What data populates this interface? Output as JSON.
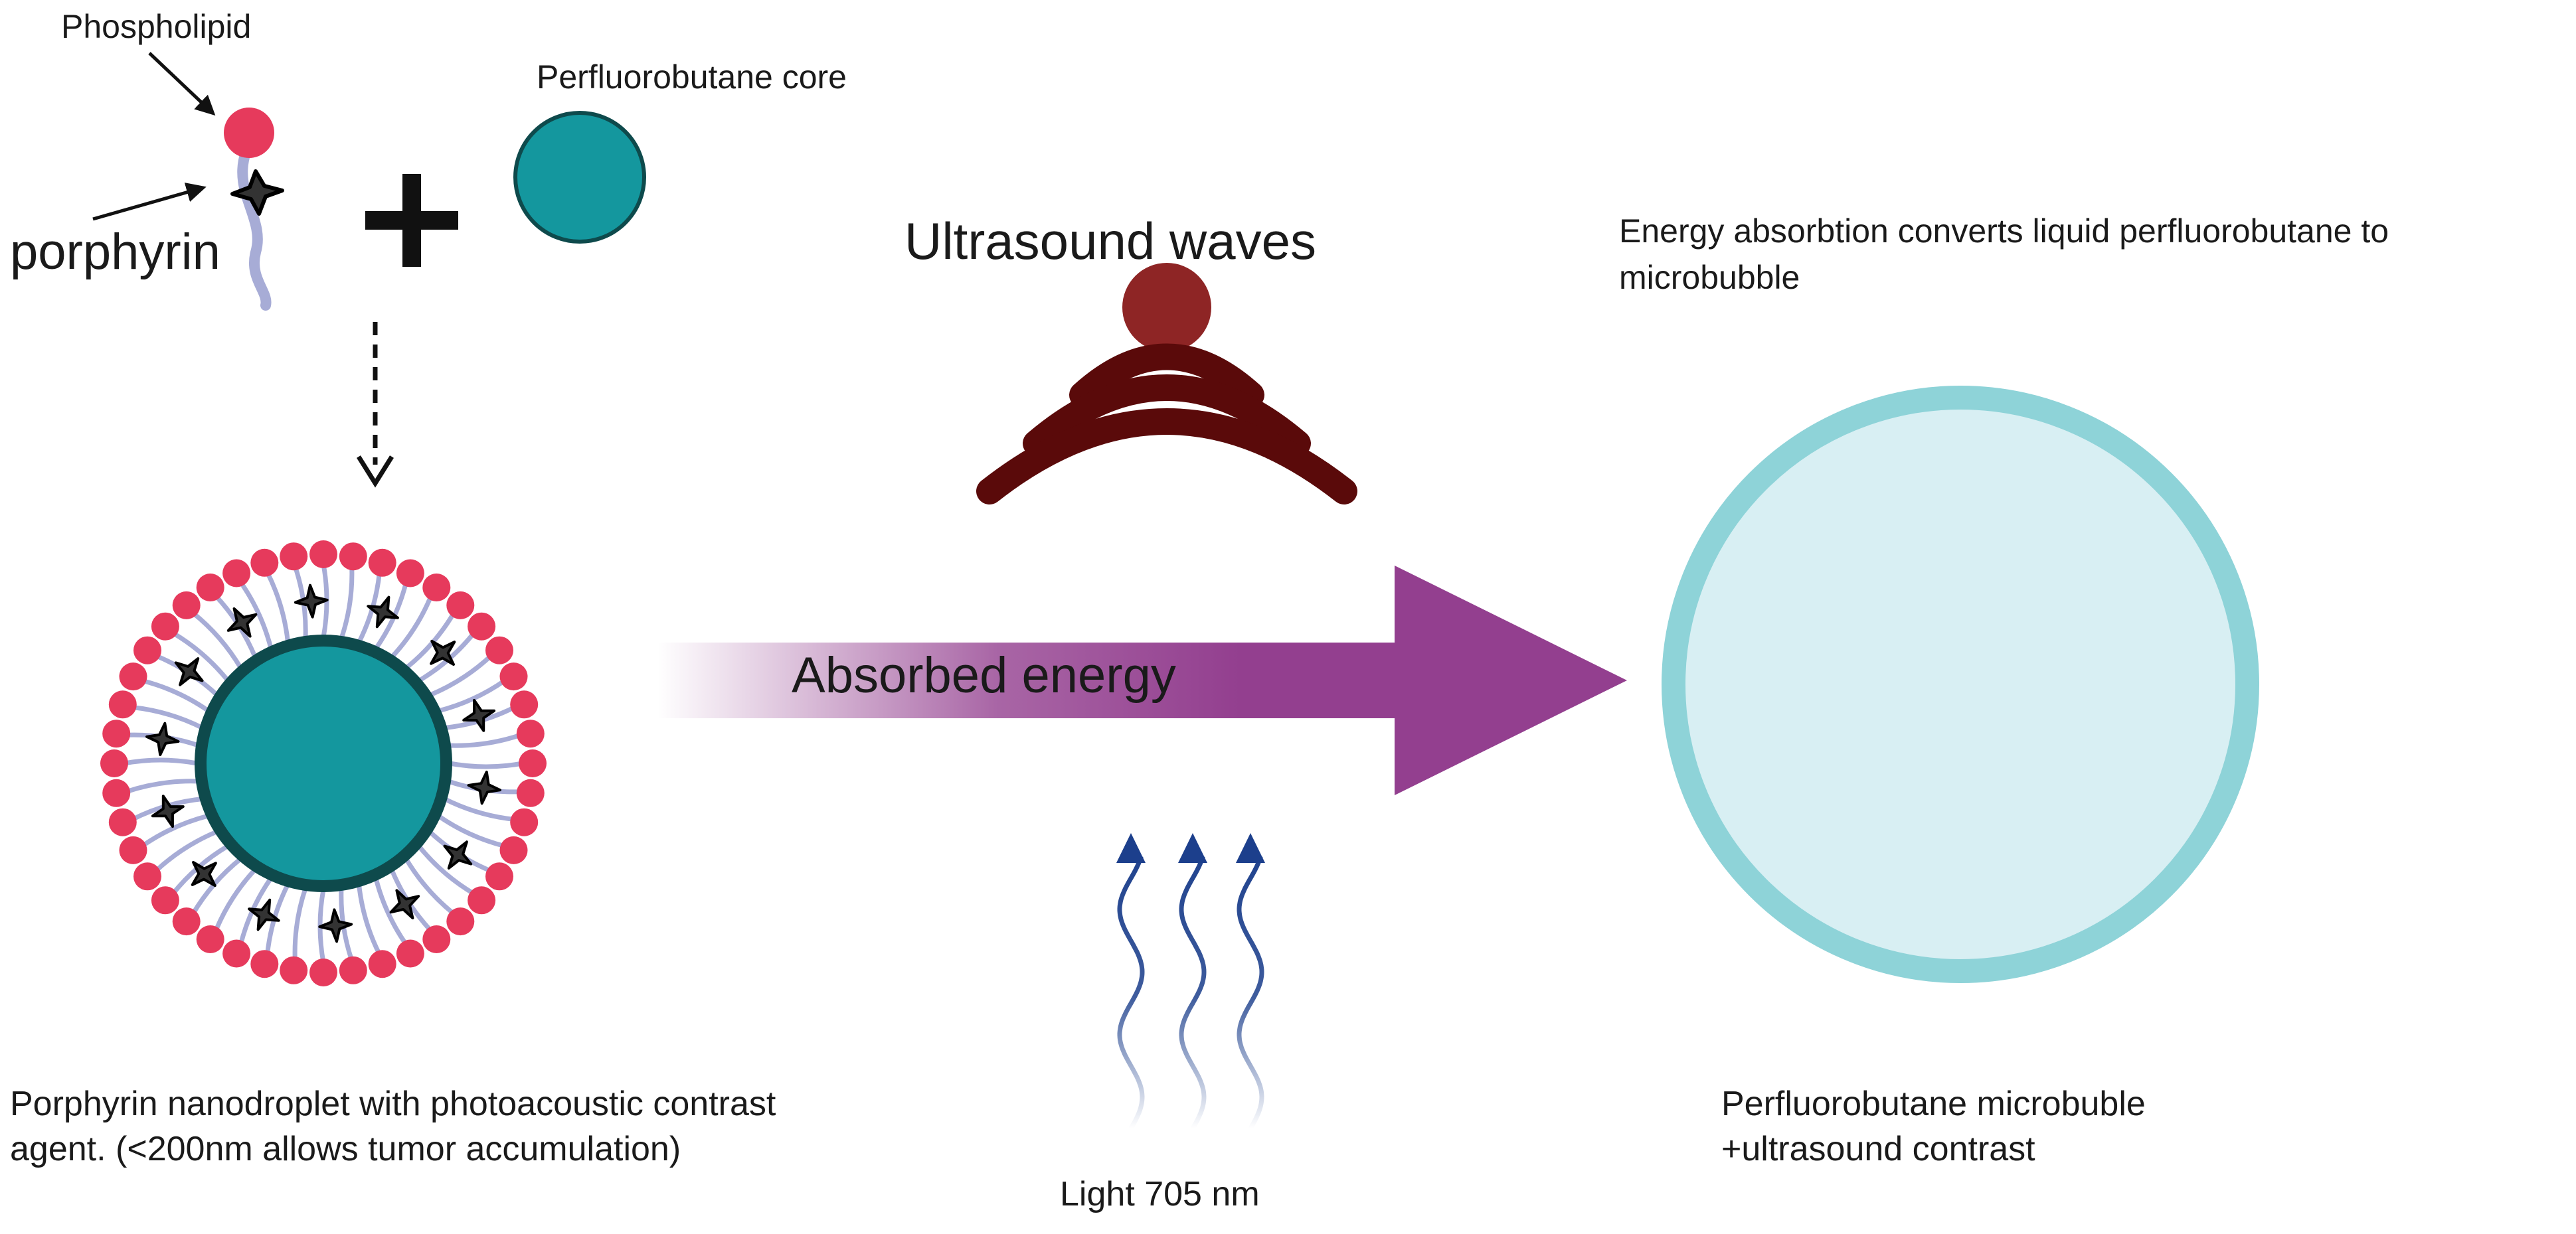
{
  "labels": {
    "phospholipid": "Phospholipid",
    "porphyrin": "porphyrin",
    "core": "Perfluorobutane core",
    "ultrasound": "Ultrasound waves",
    "absorbed": "Absorbed energy",
    "energy_line1": "Energy absorbtion converts liquid  perfluorobutane to",
    "energy_line2": "microbubble",
    "nano_line1": "Porphyrin nanodroplet with photoacoustic  contrast",
    "nano_line2": "agent. (<200nm allows tumor accumulation)",
    "light": "Light 705 nm",
    "micro_line1": "Perfluorobutane microbuble",
    "micro_line2": "+ultrasound contrast"
  },
  "colors": {
    "phospholipid_head": "#e63a5c",
    "lipid_tail": "#a7acd6",
    "core_fill": "#14979e",
    "core_edge": "#0e4a4c",
    "ultrasound_source": "#8e2525",
    "ultrasound_waves": "#5a0a0a",
    "energy_arrow": "#933f8f",
    "light_waves": "#1c3f8c",
    "microbubble_ring": "#8ed3d8",
    "microbubble_fill": "#d8eff3"
  },
  "icons": {
    "plus": "plus-icon",
    "porphyrin": "porphyrin-star-icon",
    "down_arrow": "dashed-down-arrow-icon"
  }
}
